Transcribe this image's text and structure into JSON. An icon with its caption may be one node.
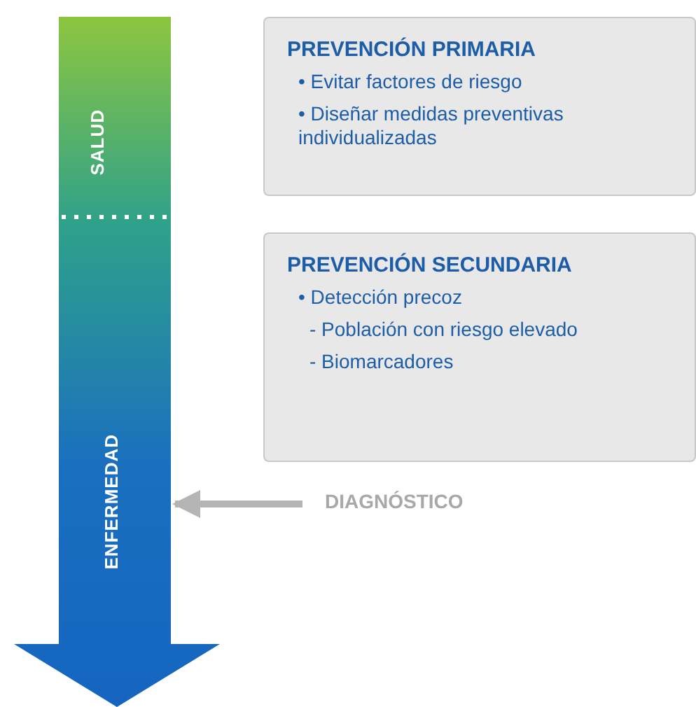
{
  "diagram": {
    "nodes": [
      {
        "text": [
          "SALUD",
          "ENFERMEDAD"
        ]
      },
      {
        "text": [
          "PREVENCIÓN PRIMARIA",
          "• Evitar factores de riesgo",
          "• Diseñar medidas preventivas individualizadas"
        ]
      },
      {
        "text": [
          "PREVENCIÓN SECUNDARIA",
          "• Detección precoz",
          "- Población con riesgo elevado",
          "- Biomarcadores"
        ]
      },
      {
        "text": [
          "DIAGNÓSTICO"
        ]
      }
    ],
    "edges": [
      {
        "from": 3,
        "to": 0,
        "arrow": "to"
      }
    ]
  }
}
